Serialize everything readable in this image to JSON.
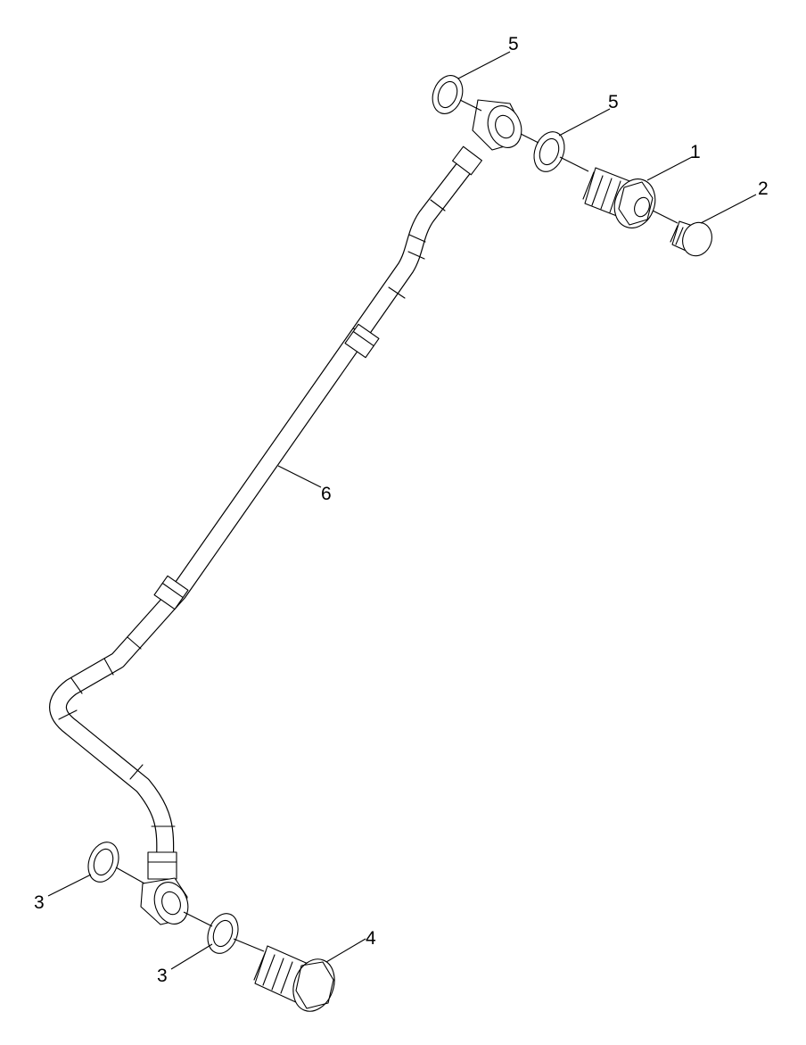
{
  "callouts": {
    "c1": "1",
    "c2": "2",
    "c3a": "3",
    "c3b": "3",
    "c4": "4",
    "c5a": "5",
    "c5b": "5",
    "c6": "6"
  }
}
